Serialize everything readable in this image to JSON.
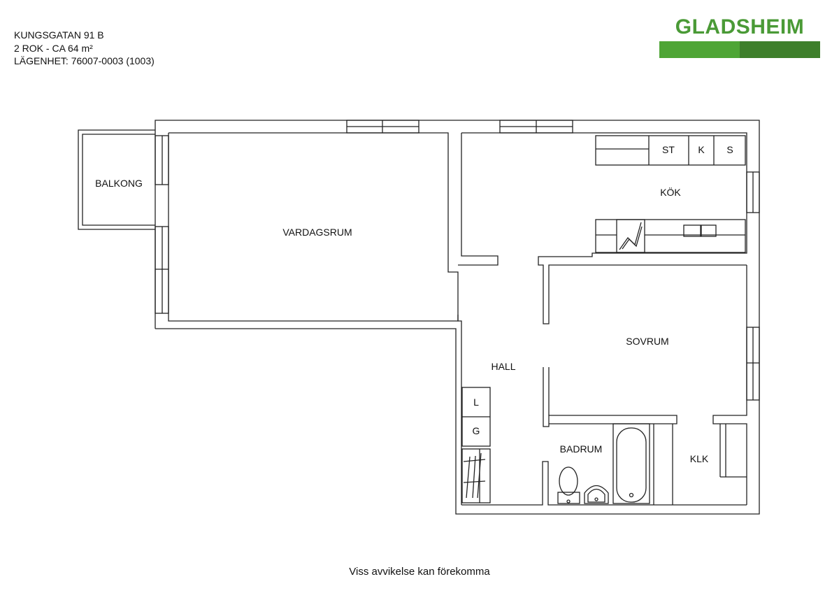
{
  "header": {
    "address": "KUNGSGATAN 91 B",
    "size": "2 ROK - CA 64 m²",
    "apartment": "LÄGENHET:  76007-0003 (1003)"
  },
  "logo": {
    "text": "GLADSHEIM",
    "text_color": "#4a9a36",
    "bar_light": "#4ea535",
    "bar_dark": "#3e7f2b"
  },
  "rooms": {
    "balkong": "BALKONG",
    "vardagsrum": "VARDAGSRUM",
    "kok": "KÖK",
    "hall": "HALL",
    "sovrum": "SOVRUM",
    "badrum": "BADRUM",
    "klk": "KLK"
  },
  "fixtures": {
    "st": "ST",
    "k": "K",
    "s": "S",
    "l": "L",
    "g": "G"
  },
  "disclaimer": "Viss avvikelse kan förekomma"
}
